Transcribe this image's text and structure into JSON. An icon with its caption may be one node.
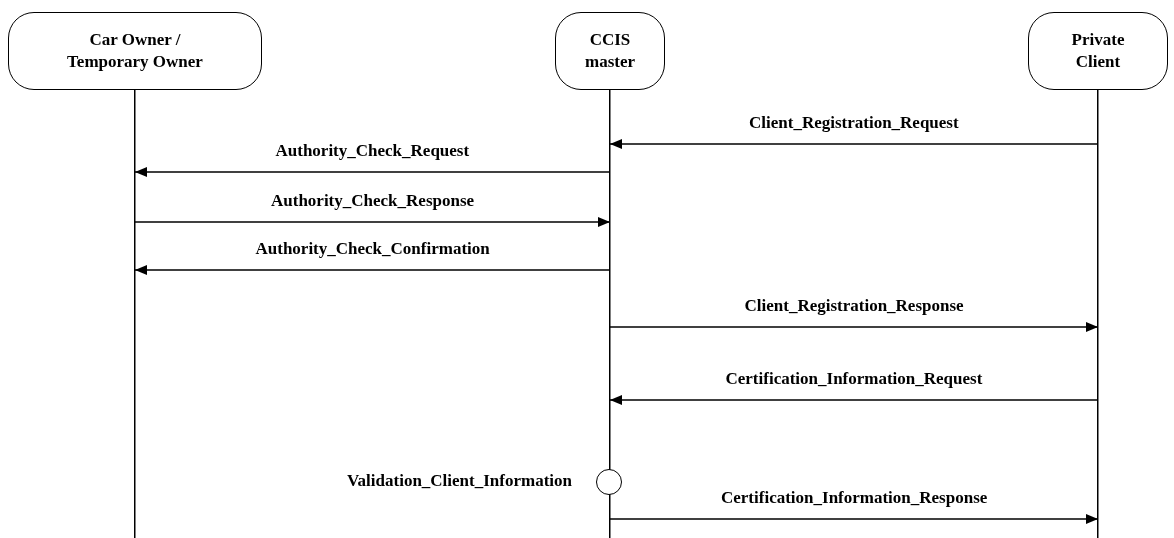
{
  "diagram": {
    "nodes": [
      {
        "text": [
          "Car Owner / Temporary Owner"
        ]
      },
      {
        "text": [
          "CCIS master"
        ]
      },
      {
        "text": [
          "Private Client"
        ]
      },
      {
        "text": [],
        "shape": "circle",
        "in": 1
      }
    ],
    "labels": [
      "Validation_Client_Information"
    ],
    "edges": [
      {
        "from": 2,
        "to": 1,
        "arrow": "to",
        "label": "Client_Registration_Request"
      },
      {
        "from": 1,
        "to": 0,
        "arrow": "to",
        "label": "Authority_Check_Request"
      },
      {
        "from": 0,
        "to": 1,
        "arrow": "to",
        "label": "Authority_Check_Response"
      },
      {
        "from": 1,
        "to": 0,
        "arrow": "to",
        "label": "Authority_Check_Confirmation"
      },
      {
        "from": 1,
        "to": 2,
        "arrow": "to",
        "label": "Client_Registration_Response"
      },
      {
        "from": 2,
        "to": 1,
        "arrow": "to",
        "label": "Certification_Information_Request"
      },
      {
        "from": 1,
        "to": 2,
        "arrow": "to",
        "label": "Certification_Information_Response"
      }
    ]
  }
}
